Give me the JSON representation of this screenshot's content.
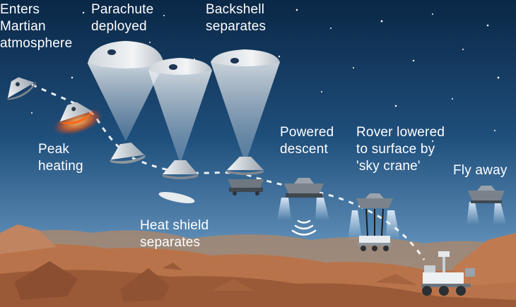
{
  "stages": [
    {
      "id": "entry",
      "lines": [
        "Enters",
        "Martian",
        "atmosphere"
      ]
    },
    {
      "id": "peak",
      "lines": [
        "Peak",
        "heating"
      ]
    },
    {
      "id": "parachute",
      "lines": [
        "Parachute",
        "deployed"
      ]
    },
    {
      "id": "heatshield",
      "lines": [
        "Heat shield",
        "separates"
      ]
    },
    {
      "id": "backshell",
      "lines": [
        "Backshell",
        "separates"
      ]
    },
    {
      "id": "powered",
      "lines": [
        "Powered",
        "descent"
      ]
    },
    {
      "id": "skycrane",
      "lines": [
        "Rover lowered",
        "to surface by",
        "'sky crane'"
      ]
    },
    {
      "id": "flyaway",
      "lines": [
        "Fly away"
      ]
    }
  ],
  "colors": {
    "sky_top": "#0a2746",
    "sky_bottom": "#6fa0c8",
    "ground": "#b9734a",
    "heating_glow": "#ff6a1a"
  }
}
